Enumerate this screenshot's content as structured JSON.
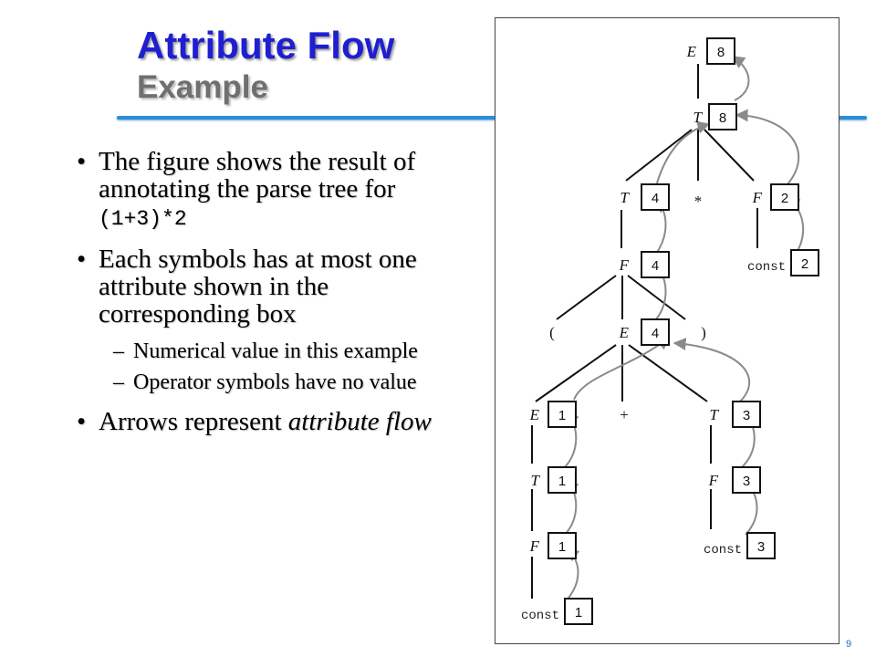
{
  "slide": {
    "title": "Attribute Flow",
    "subtitle": "Example",
    "page_number": "9"
  },
  "bullets": [
    {
      "pre": "The figure shows the result of annotating the parse tree for ",
      "code": "(1+3)*2"
    },
    {
      "text": "Each symbols has at most one attribute shown in the corresponding box"
    },
    {
      "text": "Numerical value in this example"
    },
    {
      "text": "Operator symbols have no value"
    },
    {
      "pre": "Arrows represent ",
      "em": "attribute flow"
    }
  ],
  "tree": {
    "nodes": [
      {
        "id": "e_root",
        "symbol": "E",
        "value": "8"
      },
      {
        "id": "t_root",
        "symbol": "T",
        "value": "8"
      },
      {
        "id": "t_left",
        "symbol": "T",
        "value": "4"
      },
      {
        "id": "star",
        "symbol": "*"
      },
      {
        "id": "f_right",
        "symbol": "F",
        "value": "2"
      },
      {
        "id": "const_2",
        "symbol": "const",
        "value": "2"
      },
      {
        "id": "f_mid",
        "symbol": "F",
        "value": "4"
      },
      {
        "id": "lparen",
        "symbol": "("
      },
      {
        "id": "e_mid",
        "symbol": "E",
        "value": "4"
      },
      {
        "id": "rparen",
        "symbol": ")"
      },
      {
        "id": "e_left",
        "symbol": "E",
        "value": "1"
      },
      {
        "id": "plus",
        "symbol": "+"
      },
      {
        "id": "t_right",
        "symbol": "T",
        "value": "3"
      },
      {
        "id": "t_ll",
        "symbol": "T",
        "value": "1"
      },
      {
        "id": "f_rr",
        "symbol": "F",
        "value": "3"
      },
      {
        "id": "f_ll",
        "symbol": "F",
        "value": "1"
      },
      {
        "id": "const_3",
        "symbol": "const",
        "value": "3"
      },
      {
        "id": "const_1",
        "symbol": "const",
        "value": "1"
      }
    ]
  }
}
